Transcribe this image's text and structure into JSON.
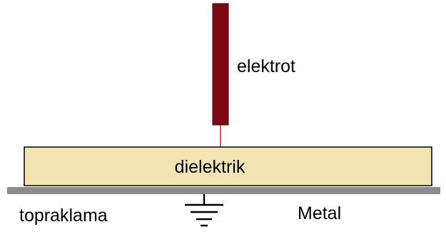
{
  "labels": {
    "electrode": "elektrot",
    "dielectric": "dielektrik",
    "ground": "topraklama",
    "metal": "Metal"
  },
  "colors": {
    "electrode": "#7b0a14",
    "electrode_border": "#4a0008",
    "spark": "#e02020",
    "dielectric_fill": "#f3e4b4",
    "dielectric_border": "#000000",
    "metal_plate": "#8c8c8c",
    "ground_symbol": "#000000"
  },
  "icons": {
    "ground": "ground-symbol-icon"
  }
}
